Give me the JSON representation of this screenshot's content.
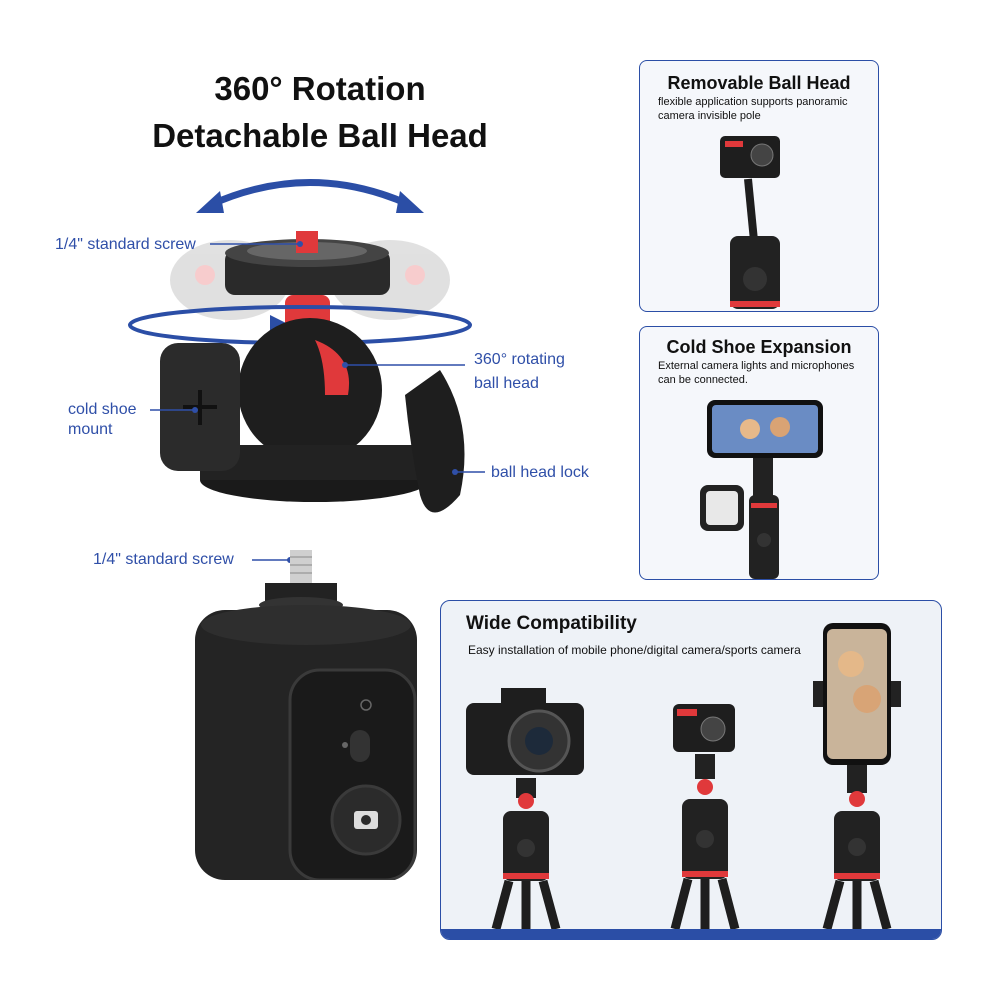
{
  "hero": {
    "title_line1": "360° Rotation",
    "title_line2": "Detachable Ball Head"
  },
  "callouts": {
    "screw_top": "1/4\" standard screw",
    "rotating_line1": "360° rotating",
    "rotating_line2": "ball head",
    "cold_shoe_line1": "cold shoe",
    "cold_shoe_line2": "mount",
    "lock": "ball head lock",
    "screw_bottom": "1/4\" standard screw"
  },
  "panels": {
    "removable": {
      "title": "Removable Ball Head",
      "desc_line1": "flexible application supports panoramic",
      "desc_line2": "camera invisible pole"
    },
    "cold_shoe": {
      "title": "Cold Shoe Expansion",
      "desc_line1": "External camera lights and microphones",
      "desc_line2": "can be connected."
    },
    "wide": {
      "title": "Wide Compatibility",
      "desc": "Easy installation of mobile phone/digital camera/sports camera"
    }
  },
  "colors": {
    "accent_blue": "#2b4ea6",
    "callout_blue": "#2f4fa8",
    "red_part": "#e0393b",
    "body_black": "#1e1e1e"
  },
  "icons": [
    "rotation-arrow-icon",
    "orbit-ring-icon",
    "camera-shutter-icon",
    "power-icon"
  ]
}
